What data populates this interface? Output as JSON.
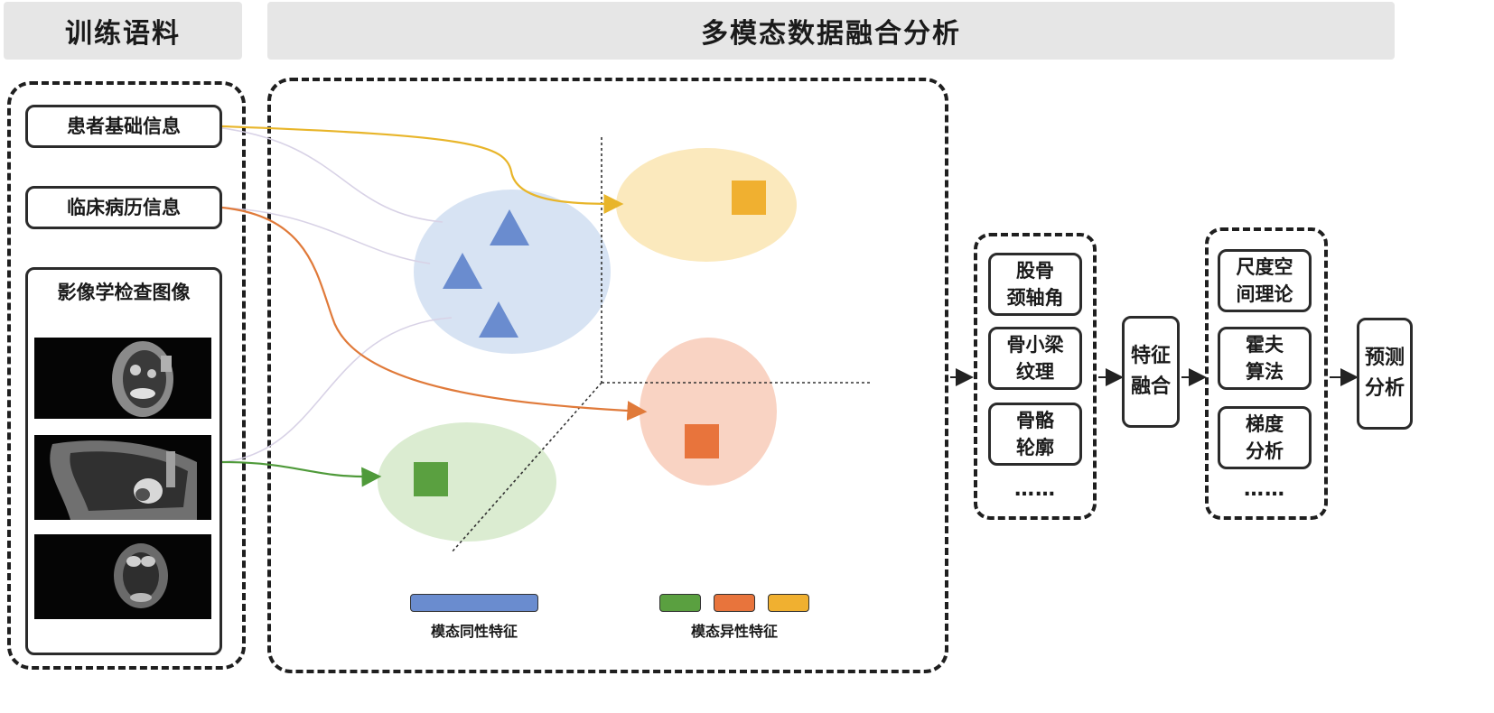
{
  "headers": {
    "left": "训练语料",
    "main": "多模态数据融合分析"
  },
  "inputs": {
    "patient_info": "患者基础信息",
    "clinical_history": "临床病历信息",
    "imaging_title": "影像学检查图像"
  },
  "features": {
    "items": [
      "股骨\n颈轴角",
      "骨小梁\n纹理",
      "骨骼\n轮廓"
    ],
    "ellipsis": "……"
  },
  "fusion": {
    "label": "特征\n融合"
  },
  "methods": {
    "items": [
      "尺度空\n间理论",
      "霍夫\n算法",
      "梯度\n分析"
    ],
    "ellipsis": "……"
  },
  "output": {
    "label": "预测\n分析"
  },
  "legend": {
    "homogeneous": "模态同性特征",
    "heterogeneous": "模态异性特征"
  },
  "colors": {
    "blue": "#6a8ccf",
    "yellow": "#f0b030",
    "orange": "#e8743c",
    "green": "#5aa040"
  }
}
